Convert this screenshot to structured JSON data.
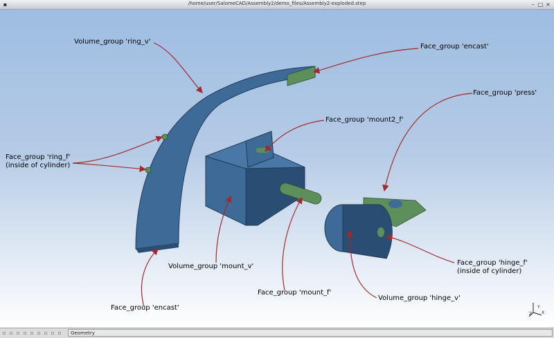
{
  "window": {
    "title": "/home/user/SalomeCAD/Assembly2/demo_files/Assembly2-exploded.step",
    "buttons": [
      "minimize-icon",
      "maximize-icon",
      "close-icon"
    ]
  },
  "labels": {
    "ring_v": "Volume_group 'ring_v'",
    "encast_top": "Face_group 'encast'",
    "press": "Face_group 'press'",
    "mount2_f": "Face_group 'mount2_f'",
    "ring_f_line1": "Face_group 'ring_f'",
    "ring_f_line2": "(inside of cylinder)",
    "mount_v": "Volume_group 'mount_v'",
    "hinge_f_line1": "Face_group 'hinge_f'",
    "hinge_f_line2": "(inside of cylinder)",
    "mount_f": "Face_group 'mount_f'",
    "hinge_v": "Volume_group 'hinge_v'",
    "encast_bottom": "Face_group 'encast'"
  },
  "status": {
    "field_text": "Geometry"
  },
  "axes": {
    "x": "X",
    "y": "Y",
    "z": "Z"
  },
  "colors": {
    "part_blue": "#3d6a96",
    "part_dark": "#2a4e73",
    "face_green": "#5c8f5a",
    "arrow_red": "#a32a2a"
  }
}
